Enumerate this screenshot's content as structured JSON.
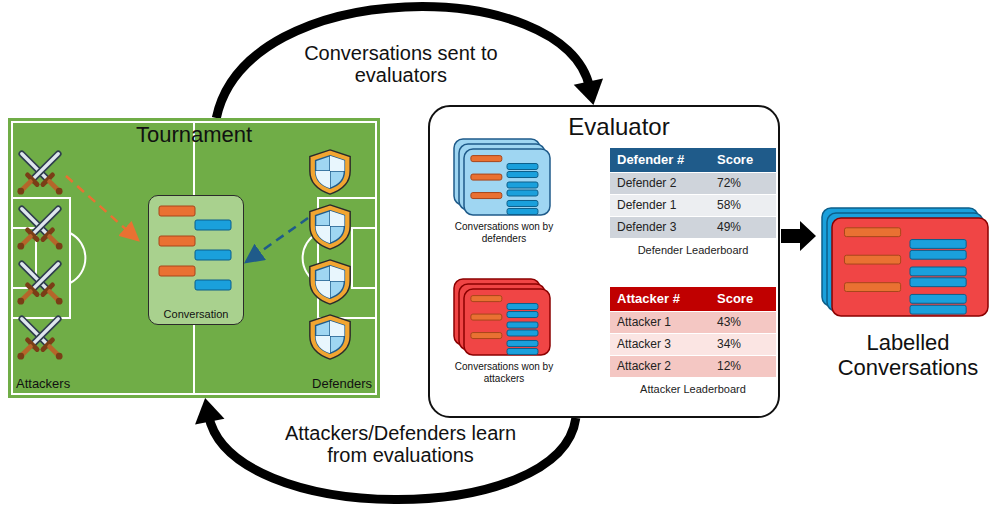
{
  "diagram": {
    "nodes": [
      {
        "text": [
          "Tournament"
        ]
      },
      {
        "text": [
          "Conversation"
        ],
        "in": 0
      },
      {
        "text": [
          "Evaluator"
        ]
      },
      {
        "text": [
          "Labelled Conversations"
        ]
      },
      {
        "text": [
          "Conversations won by defenders"
        ],
        "in": 2
      },
      {
        "text": [
          "Conversations won by attackers"
        ],
        "in": 2
      }
    ],
    "edges": [
      {
        "from": 0,
        "to": 2,
        "label": "Conversations sent to evaluators",
        "arrow": "to"
      },
      {
        "from": 2,
        "to": 0,
        "label": "Attackers/Defenders learn from evaluations",
        "arrow": "to"
      },
      {
        "from": 2,
        "to": 3,
        "arrow": "to"
      }
    ],
    "labels": [
      "Attackers",
      "Defenders",
      "Defender #",
      "Score",
      "Defender 2",
      "72%",
      "Defender 1",
      "58%",
      "Defender 3",
      "49%",
      "Defender Leaderboard",
      "Attacker #",
      "Score",
      "Attacker 1",
      "43%",
      "Attacker 3",
      "34%",
      "Attacker 2",
      "12%",
      "Attacker Leaderboard"
    ]
  }
}
